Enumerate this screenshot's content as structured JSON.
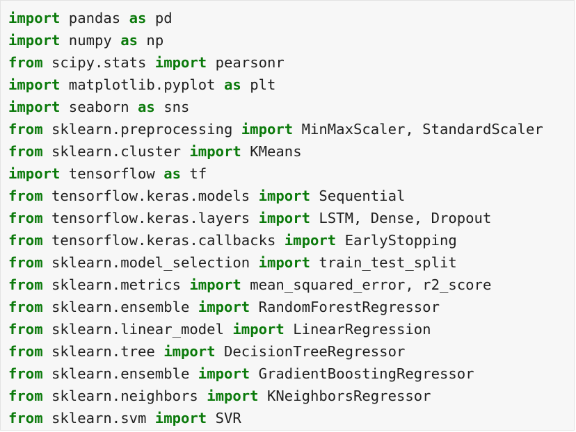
{
  "code": {
    "lines": [
      [
        {
          "t": "kw",
          "v": "import"
        },
        {
          "t": "txt",
          "v": " pandas "
        },
        {
          "t": "kw",
          "v": "as"
        },
        {
          "t": "txt",
          "v": " pd"
        }
      ],
      [
        {
          "t": "kw",
          "v": "import"
        },
        {
          "t": "txt",
          "v": " numpy "
        },
        {
          "t": "kw",
          "v": "as"
        },
        {
          "t": "txt",
          "v": " np"
        }
      ],
      [
        {
          "t": "kw",
          "v": "from"
        },
        {
          "t": "txt",
          "v": " scipy.stats "
        },
        {
          "t": "kw",
          "v": "import"
        },
        {
          "t": "txt",
          "v": " pearsonr"
        }
      ],
      [
        {
          "t": "kw",
          "v": "import"
        },
        {
          "t": "txt",
          "v": " matplotlib.pyplot "
        },
        {
          "t": "kw",
          "v": "as"
        },
        {
          "t": "txt",
          "v": " plt"
        }
      ],
      [
        {
          "t": "kw",
          "v": "import"
        },
        {
          "t": "txt",
          "v": " seaborn "
        },
        {
          "t": "kw",
          "v": "as"
        },
        {
          "t": "txt",
          "v": " sns"
        }
      ],
      [
        {
          "t": "kw",
          "v": "from"
        },
        {
          "t": "txt",
          "v": " sklearn.preprocessing "
        },
        {
          "t": "kw",
          "v": "import"
        },
        {
          "t": "txt",
          "v": " MinMaxScaler, StandardScaler"
        }
      ],
      [
        {
          "t": "kw",
          "v": "from"
        },
        {
          "t": "txt",
          "v": " sklearn.cluster "
        },
        {
          "t": "kw",
          "v": "import"
        },
        {
          "t": "txt",
          "v": " KMeans"
        }
      ],
      [
        {
          "t": "kw",
          "v": "import"
        },
        {
          "t": "txt",
          "v": " tensorflow "
        },
        {
          "t": "kw",
          "v": "as"
        },
        {
          "t": "txt",
          "v": " tf"
        }
      ],
      [
        {
          "t": "kw",
          "v": "from"
        },
        {
          "t": "txt",
          "v": " tensorflow.keras.models "
        },
        {
          "t": "kw",
          "v": "import"
        },
        {
          "t": "txt",
          "v": " Sequential"
        }
      ],
      [
        {
          "t": "kw",
          "v": "from"
        },
        {
          "t": "txt",
          "v": " tensorflow.keras.layers "
        },
        {
          "t": "kw",
          "v": "import"
        },
        {
          "t": "txt",
          "v": " LSTM, Dense, Dropout"
        }
      ],
      [
        {
          "t": "kw",
          "v": "from"
        },
        {
          "t": "txt",
          "v": " tensorflow.keras.callbacks "
        },
        {
          "t": "kw",
          "v": "import"
        },
        {
          "t": "txt",
          "v": " EarlyStopping"
        }
      ],
      [
        {
          "t": "kw",
          "v": "from"
        },
        {
          "t": "txt",
          "v": " sklearn.model_selection "
        },
        {
          "t": "kw",
          "v": "import"
        },
        {
          "t": "txt",
          "v": " train_test_split"
        }
      ],
      [
        {
          "t": "kw",
          "v": "from"
        },
        {
          "t": "txt",
          "v": " sklearn.metrics "
        },
        {
          "t": "kw",
          "v": "import"
        },
        {
          "t": "txt",
          "v": " mean_squared_error, r2_score"
        }
      ],
      [
        {
          "t": "kw",
          "v": "from"
        },
        {
          "t": "txt",
          "v": " sklearn.ensemble "
        },
        {
          "t": "kw",
          "v": "import"
        },
        {
          "t": "txt",
          "v": " RandomForestRegressor"
        }
      ],
      [
        {
          "t": "kw",
          "v": "from"
        },
        {
          "t": "txt",
          "v": " sklearn.linear_model "
        },
        {
          "t": "kw",
          "v": "import"
        },
        {
          "t": "txt",
          "v": " LinearRegression"
        }
      ],
      [
        {
          "t": "kw",
          "v": "from"
        },
        {
          "t": "txt",
          "v": " sklearn.tree "
        },
        {
          "t": "kw",
          "v": "import"
        },
        {
          "t": "txt",
          "v": " DecisionTreeRegressor"
        }
      ],
      [
        {
          "t": "kw",
          "v": "from"
        },
        {
          "t": "txt",
          "v": " sklearn.ensemble "
        },
        {
          "t": "kw",
          "v": "import"
        },
        {
          "t": "txt",
          "v": " GradientBoostingRegressor"
        }
      ],
      [
        {
          "t": "kw",
          "v": "from"
        },
        {
          "t": "txt",
          "v": " sklearn.neighbors "
        },
        {
          "t": "kw",
          "v": "import"
        },
        {
          "t": "txt",
          "v": " KNeighborsRegressor"
        }
      ],
      [
        {
          "t": "kw",
          "v": "from"
        },
        {
          "t": "txt",
          "v": " sklearn.svm "
        },
        {
          "t": "kw",
          "v": "import"
        },
        {
          "t": "txt",
          "v": " SVR"
        }
      ]
    ]
  },
  "colors": {
    "background": "#f7f7f7",
    "keyword": "#0b7a0b",
    "text": "#202020"
  }
}
